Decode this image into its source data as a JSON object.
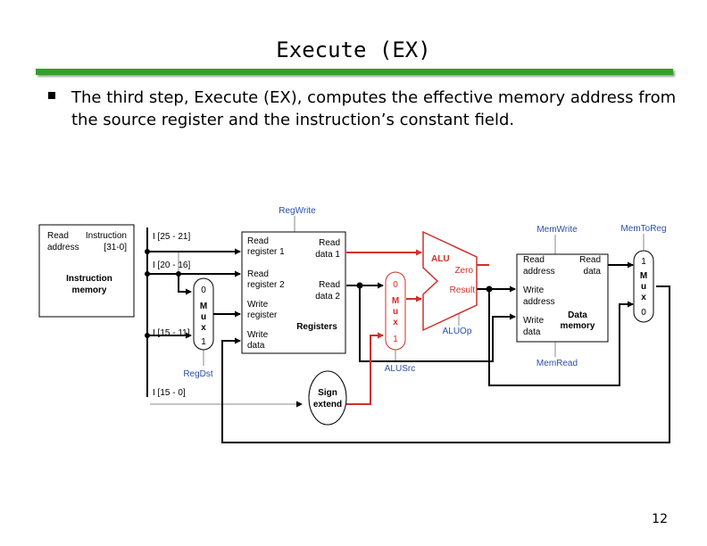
{
  "slide": {
    "title": "Execute (EX)",
    "bullet": "The third step, Execute (EX), computes the effective memory address from the source register and the instruction’s constant field.",
    "page_number": "12"
  },
  "colors": {
    "title_bar": "#33a02c",
    "control": "#2a4ea8",
    "active_path": "#d0302a"
  },
  "diagram": {
    "instruction_memory": {
      "read_address": [
        "Read",
        "address"
      ],
      "instruction": [
        "Instruction",
        "[31-0]"
      ],
      "name": [
        "Instruction",
        "memory"
      ]
    },
    "fields": {
      "f25_21": "I [25 - 21]",
      "f20_16": "I [20 - 16]",
      "f15_11": "I [15 - 11]",
      "f15_0": "I [15 - 0]"
    },
    "mux_regdst": {
      "top": "0",
      "letters": [
        "M",
        "u",
        "x"
      ],
      "bottom": "1",
      "control": "RegDst"
    },
    "registers": {
      "control": "RegWrite",
      "read_reg1": [
        "Read",
        "register 1"
      ],
      "read_reg2": [
        "Read",
        "register 2"
      ],
      "write_reg": [
        "Write",
        "register"
      ],
      "write_data": [
        "Write",
        "data"
      ],
      "read_data1": [
        "Read",
        "data 1"
      ],
      "read_data2": [
        "Read",
        "data 2"
      ],
      "name": "Registers"
    },
    "sign_extend": [
      "Sign",
      "extend"
    ],
    "mux_alusrc": {
      "top": "0",
      "letters": [
        "M",
        "u",
        "x"
      ],
      "bottom": "1",
      "control": "ALUSrc"
    },
    "alu": {
      "name": "ALU",
      "zero": "Zero",
      "result": "Result",
      "control": "ALUOp"
    },
    "data_memory": {
      "control_top": "MemWrite",
      "control_bottom": "MemRead",
      "read_address": [
        "Read",
        "address"
      ],
      "write_address": [
        "Write",
        "address"
      ],
      "write_data": [
        "Write",
        "data"
      ],
      "read_data": [
        "Read",
        "data"
      ],
      "name": [
        "Data",
        "memory"
      ]
    },
    "mux_memtoreg": {
      "top": "1",
      "letters": [
        "M",
        "u",
        "x"
      ],
      "bottom": "0",
      "control": "MemToReg"
    }
  }
}
